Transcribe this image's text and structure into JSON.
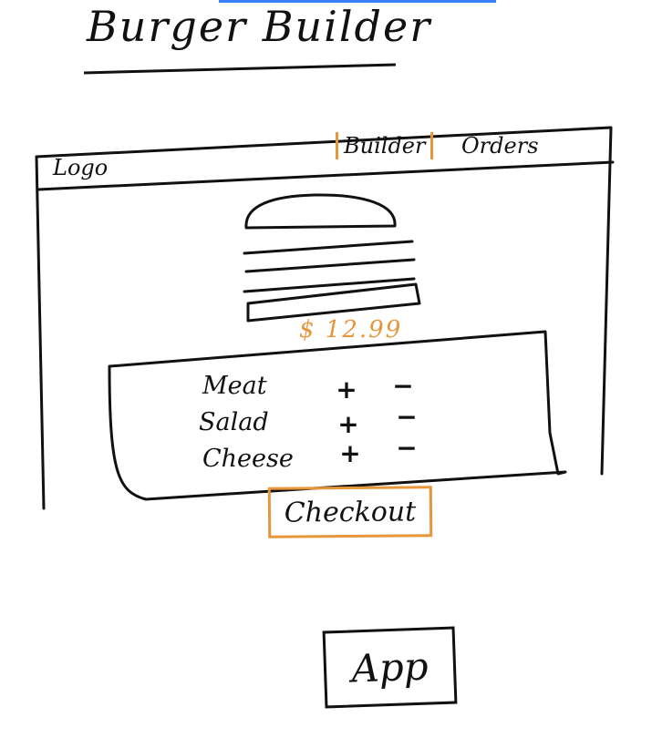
{
  "sketch": {
    "title": "Burger Builder",
    "accent_color": "#e8963a",
    "ink_color": "#111111"
  },
  "toolbar": {
    "logo": "Logo",
    "nav": [
      {
        "label": "Builder",
        "active": true
      },
      {
        "label": "Orders",
        "active": false
      }
    ]
  },
  "burger": {
    "price": "$ 12.99"
  },
  "build_controls": {
    "ingredients": [
      {
        "label": "Meat",
        "add": "+",
        "remove": "−"
      },
      {
        "label": "Salad",
        "add": "+",
        "remove": "−"
      },
      {
        "label": "Cheese",
        "add": "+",
        "remove": "−"
      }
    ]
  },
  "checkout": {
    "label": "Checkout"
  },
  "app": {
    "label": "App"
  }
}
